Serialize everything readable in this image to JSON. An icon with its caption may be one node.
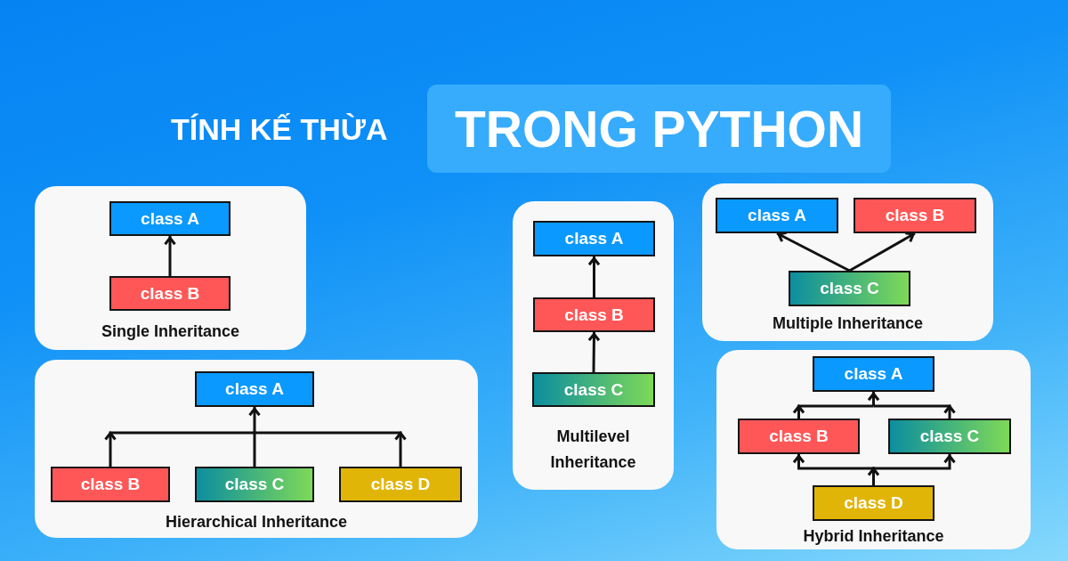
{
  "diagram": {
    "title": "TÍNH KẾ THỪA",
    "nodes": [
      {
        "text": [
          "TRONG PYTHON"
        ]
      },
      {
        "text": [
          "Single Inheritance"
        ]
      },
      {
        "text": [
          "class A"
        ],
        "in": 1
      },
      {
        "text": [
          "class B"
        ],
        "in": 1
      },
      {
        "text": [
          "Multilevel Inheritance"
        ]
      },
      {
        "text": [
          "class A"
        ],
        "in": 4
      },
      {
        "text": [
          "class B"
        ],
        "in": 4
      },
      {
        "text": [
          "class C"
        ],
        "in": 4
      },
      {
        "text": [
          "Multiple Inheritance"
        ]
      },
      {
        "text": [
          "class A"
        ],
        "in": 8
      },
      {
        "text": [
          "class B"
        ],
        "in": 8
      },
      {
        "text": [
          "class C"
        ],
        "in": 8
      },
      {
        "text": [
          "Hierarchical Inheritance"
        ]
      },
      {
        "text": [
          "class A"
        ],
        "in": 12
      },
      {
        "text": [
          "class B"
        ],
        "in": 12
      },
      {
        "text": [
          "class C"
        ],
        "in": 12
      },
      {
        "text": [
          "class D"
        ],
        "in": 12
      },
      {
        "text": [
          "Hybrid Inheritance"
        ]
      },
      {
        "text": [
          "class A"
        ],
        "in": 17
      },
      {
        "text": [
          "class B"
        ],
        "in": 17
      },
      {
        "text": [
          "class C"
        ],
        "in": 17
      },
      {
        "text": [
          "class D"
        ],
        "in": 17
      }
    ],
    "edges": [
      {
        "from": 3,
        "to": 2,
        "arrow": "to"
      },
      {
        "from": 6,
        "to": 5,
        "arrow": "to"
      },
      {
        "from": 7,
        "to": 6,
        "arrow": "to"
      },
      {
        "from": 11,
        "to": 9,
        "arrow": "to"
      },
      {
        "from": 11,
        "to": 10,
        "arrow": "to"
      },
      {
        "from": 14,
        "to": 13,
        "arrow": "to"
      },
      {
        "from": 15,
        "to": 13,
        "arrow": "to"
      },
      {
        "from": 16,
        "to": 13,
        "arrow": "to"
      },
      {
        "from": 19,
        "to": 18,
        "arrow": "to"
      },
      {
        "from": 20,
        "to": 18,
        "arrow": "to"
      },
      {
        "from": 21,
        "to": 19,
        "arrow": "to"
      },
      {
        "from": 21,
        "to": 20,
        "arrow": "to"
      }
    ]
  }
}
